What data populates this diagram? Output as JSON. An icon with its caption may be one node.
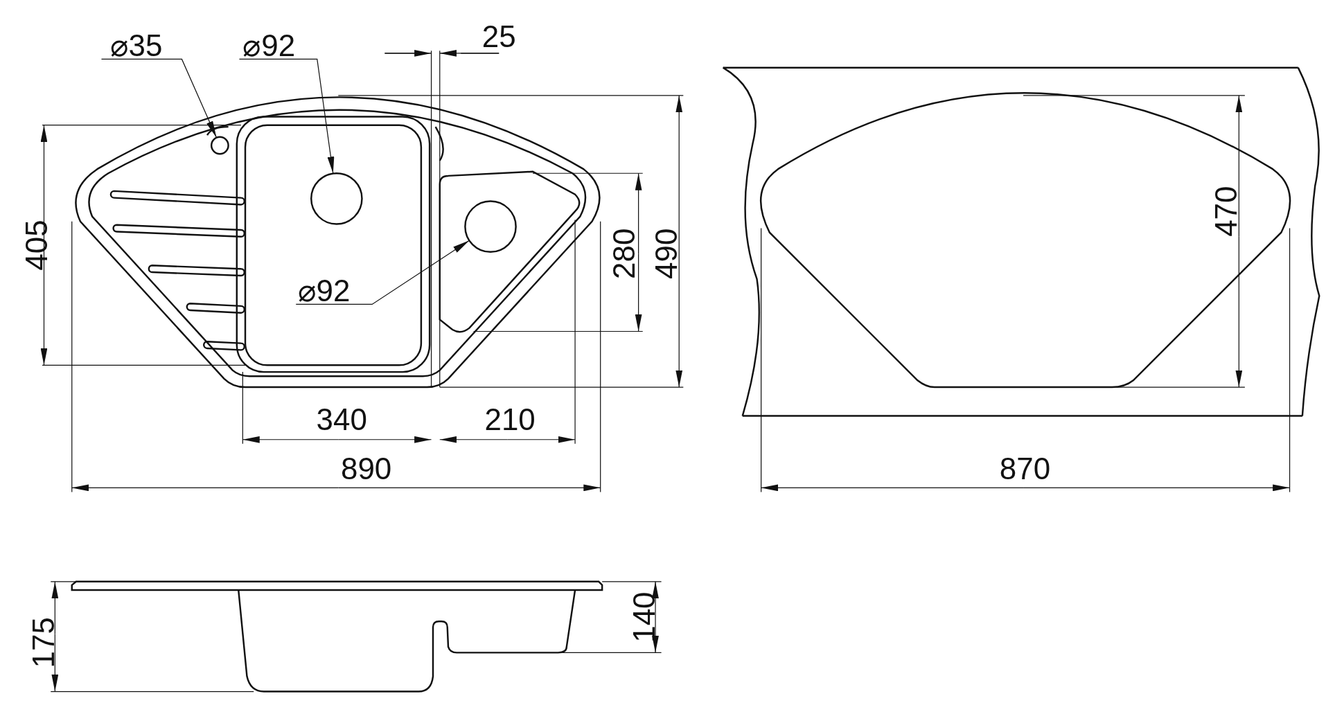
{
  "diagram": {
    "nodes": [
      {
        "text": [
          "⌀35"
        ]
      },
      {
        "text": [],
        "shape": "circle"
      },
      {
        "text": [
          "⌀92"
        ]
      },
      {
        "text": [],
        "shape": "circle"
      },
      {
        "text": [
          "⌀92"
        ]
      },
      {
        "text": [],
        "shape": "circle"
      }
    ],
    "edges": [
      {
        "from": 0,
        "to": 1,
        "arrow": "to"
      },
      {
        "from": 2,
        "to": 3,
        "arrow": "to"
      },
      {
        "from": 4,
        "to": 5,
        "arrow": "to"
      }
    ],
    "labels": [
      "25",
      "405",
      "280",
      "490",
      "470",
      "340",
      "210",
      "890",
      "870",
      "175",
      "140"
    ]
  }
}
